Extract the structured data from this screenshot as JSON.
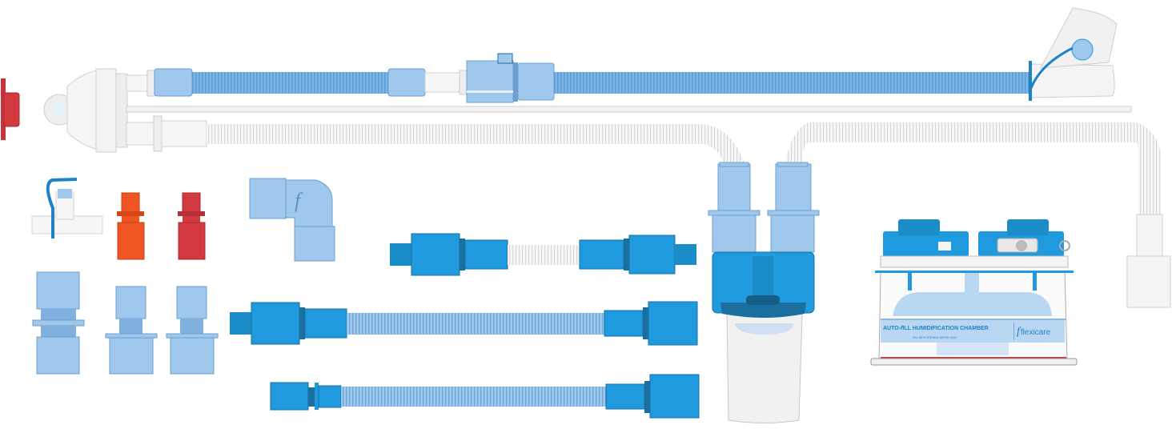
{
  "colors": {
    "light_blue": "#9fc8ec",
    "tube_blue": "#7fb5e6",
    "dark_blue": "#1f9ade",
    "deep_blue": "#1a6f9e",
    "white_part": "#f4f4f4",
    "outline": "#b8b8b8",
    "red": "#d23a3f",
    "orange": "#ee5522"
  },
  "elbow_logo": "f",
  "humidifier": {
    "title_prefix": "AUTO-",
    "title_main": "ILL HUMIDIFICATION CHAMBER",
    "subtitle": "FILL WITH STERILE WATER ONLY",
    "brand": "flexicare",
    "brand_logo": "f"
  }
}
